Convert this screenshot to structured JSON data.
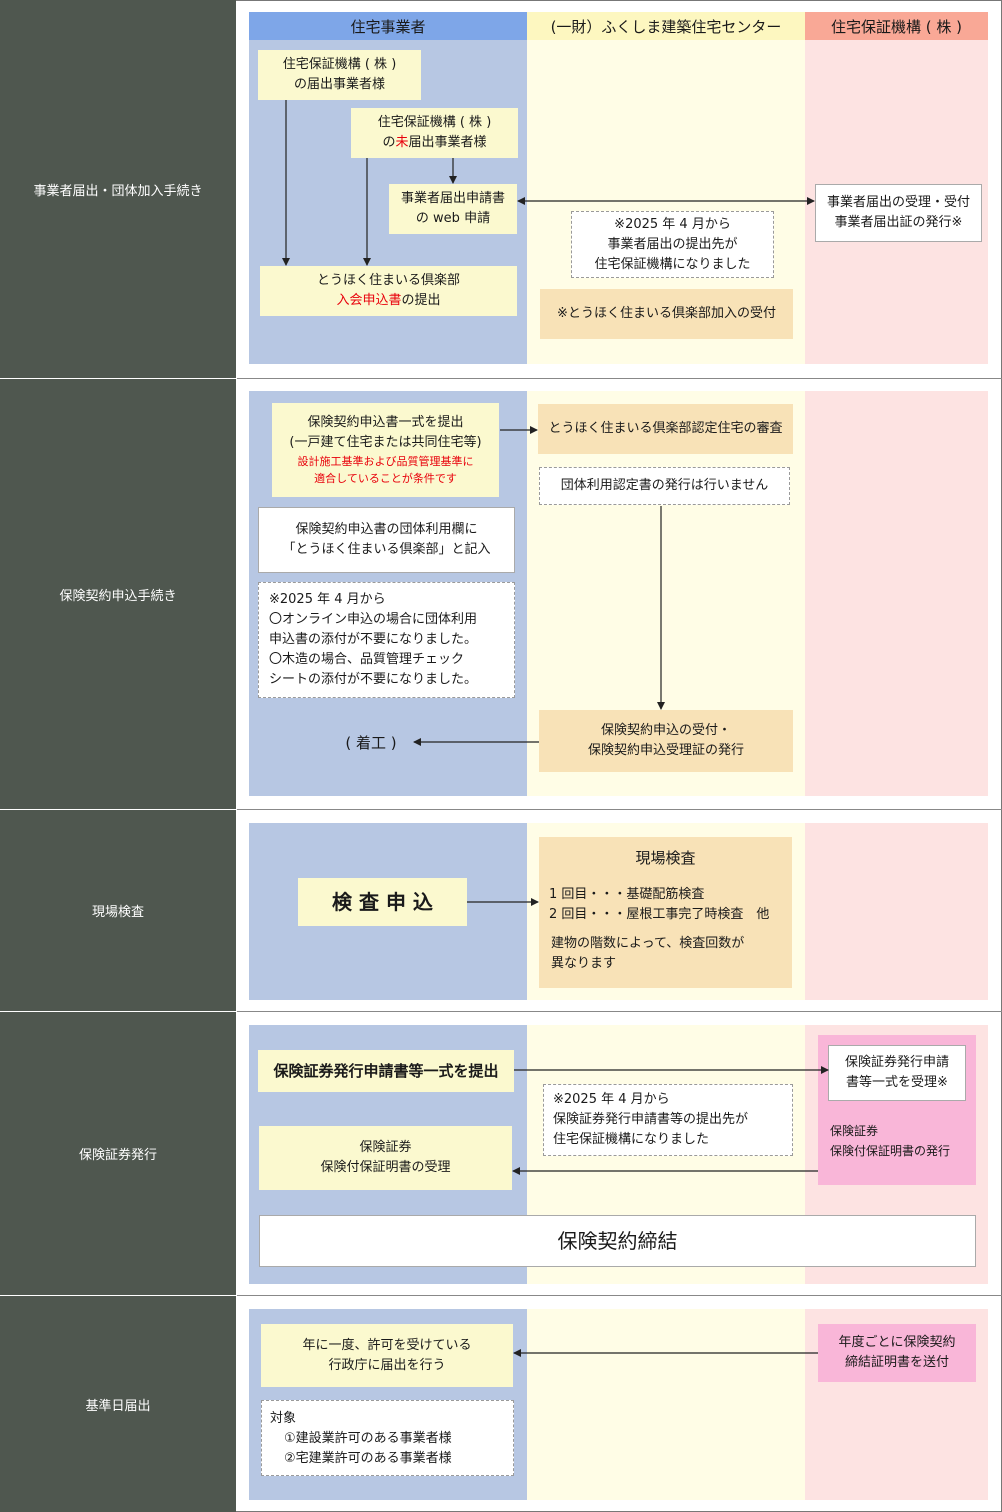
{
  "headers": {
    "builder": "住宅事業者",
    "center": "(一財）ふくしま建築住宅センター",
    "guarantee": "住宅保証機構 ( 株 )"
  },
  "rows": {
    "r1": "事業者届出・団体加入手続き",
    "r2": "保険契約申込手続き",
    "r3": "現場検査",
    "r4": "保険証券発行",
    "r5": "基準日届出"
  },
  "sec1": {
    "registered_l1": "住宅保証機構 ( 株 )",
    "registered_l2": "の届出事業者様",
    "unregistered_l1": "住宅保証機構 ( 株 )",
    "unregistered_l2a": "の",
    "unregistered_l2b": "未",
    "unregistered_l2c": "届出事業者様",
    "web_l1": "事業者届出申請書",
    "web_l2": "の web 申請",
    "club_l1": "とうほく住まいる倶楽部",
    "club_l2a": "入会申込書",
    "club_l2b": "の提出",
    "note_l1": "※2025 年 4 月から",
    "note_l2": "事業者届出の提出先が",
    "note_l3": "住宅保証機構になりました",
    "club_accept": "※とうほく住まいる倶楽部加入の受付",
    "accept_l1": "事業者届出の受理・受付",
    "accept_l2": "事業者届出証の発行※"
  },
  "sec2": {
    "apply_l1": "保険契約申込書一式を提出",
    "apply_l2": "(一戸建て住宅または共同住宅等)",
    "apply_l3": "設計施工基準および品質管理基準に",
    "apply_l4": "適合していることが条件です",
    "group_l1": "保険契約申込書の団体利用欄に",
    "group_l2": "「とうほく住まいる倶楽部」と記入",
    "note_l1": "※2025 年 4 月から",
    "note_l2": "〇オンライン申込の場合に団体利用",
    "note_l3": "申込書の添付が不要になりました。",
    "note_l4": "〇木造の場合、品質管理チェック",
    "note_l5": "シートの添付が不要になりました。",
    "start": "( 着工 )",
    "review": "とうほく住まいる倶楽部認定住宅の審査",
    "no_cert": "団体利用認定書の発行は行いません",
    "receipt_l1": "保険契約申込の受付・",
    "receipt_l2": "保険契約申込受理証の発行"
  },
  "sec3": {
    "apply": "検 査 申 込",
    "title": "現場検査",
    "l1": "1 回目・・・基礎配筋検査",
    "l2": "2 回目・・・屋根工事完了時検査　他",
    "l3": "建物の階数によって、検査回数が",
    "l4": "異なります"
  },
  "sec4": {
    "submit": "保険証券発行申請書等一式を提出",
    "note_l1": "※2025 年 4 月から",
    "note_l2": "保険証券発行申請書等の提出先が",
    "note_l3": "住宅保証機構になりました",
    "receive_l1": "保険証券",
    "receive_l2": "保険付保証明書の受理",
    "accept_l1": "保険証券発行申請",
    "accept_l2": "書等一式を受理※",
    "issue_l1": "保険証券",
    "issue_l2": "保険付保証明書の発行",
    "contract": "保険契約締結"
  },
  "sec5": {
    "report_l1": "年に一度、許可を受けている",
    "report_l2": "行政庁に届出を行う",
    "target_title": "対象",
    "target_1": "①建設業許可のある事業者様",
    "target_2": "②宅建業許可のある事業者様",
    "send_l1": "年度ごとに保険契約",
    "send_l2": "締結証明書を送付"
  },
  "colors": {
    "row_label_bg": "#4f574f",
    "builder_header": "#7ea6e8",
    "center_header": "#fdf7c0",
    "guarantee_header": "#f9a896",
    "builder_col": "#b7c7e3",
    "center_col": "#fffde6",
    "guarantee_col": "#fde3e2",
    "note_red": "#e8000b"
  }
}
